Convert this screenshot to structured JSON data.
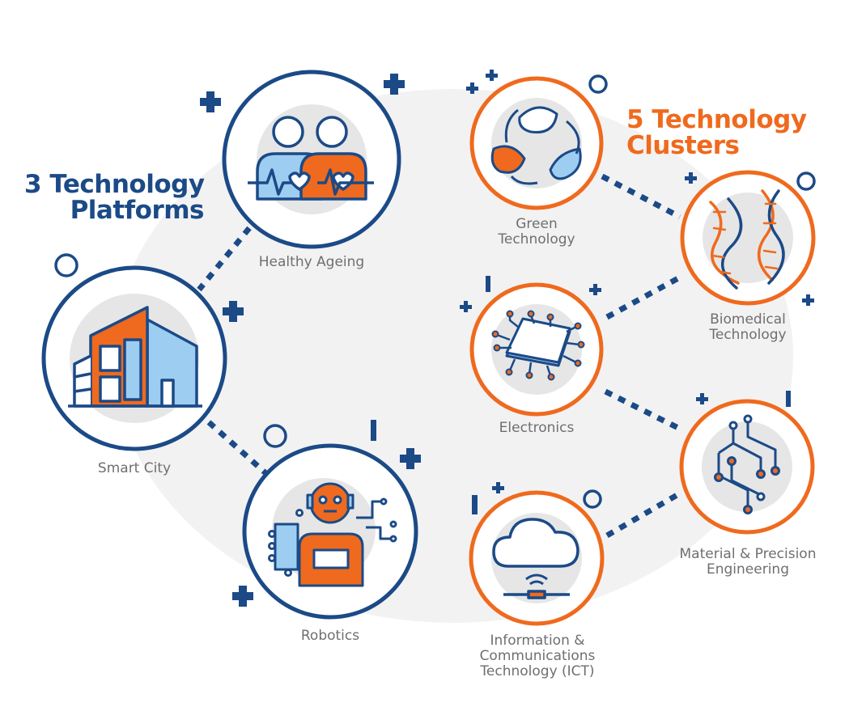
{
  "colors": {
    "blue": "#1b4a87",
    "orange": "#ef6a1e",
    "light_blue": "#9dcdf0",
    "gray_bg": "#f2f2f2",
    "icon_bg": "#e6e6e6",
    "label": "#6f6f6f"
  },
  "headings": {
    "platforms": {
      "line1": "3 Technology",
      "line2": "Platforms"
    },
    "clusters": {
      "line1": "5 Technology",
      "line2": "Clusters"
    }
  },
  "platforms": [
    {
      "id": "healthy-ageing",
      "lines": [
        "Healthy Ageing"
      ],
      "icon": "couple-heart-icon"
    },
    {
      "id": "smart-city",
      "lines": [
        "Smart City"
      ],
      "icon": "building-icon"
    },
    {
      "id": "robotics",
      "lines": [
        "Robotics"
      ],
      "icon": "robot-icon"
    }
  ],
  "clusters": [
    {
      "id": "green-technology",
      "lines": [
        "Green",
        "Technology"
      ],
      "icon": "leaves-cycle-icon"
    },
    {
      "id": "biomedical-technology",
      "lines": [
        "Biomedical",
        "Technology"
      ],
      "icon": "dna-icon"
    },
    {
      "id": "electronics",
      "lines": [
        "Electronics"
      ],
      "icon": "microchip-icon"
    },
    {
      "id": "material-precision-engineering",
      "lines": [
        "Material & Precision",
        "Engineering"
      ],
      "icon": "circuit-nodes-icon"
    },
    {
      "id": "ict",
      "lines": [
        "Information &",
        "Communications",
        "Technology (ICT)"
      ],
      "icon": "cloud-network-icon"
    }
  ]
}
